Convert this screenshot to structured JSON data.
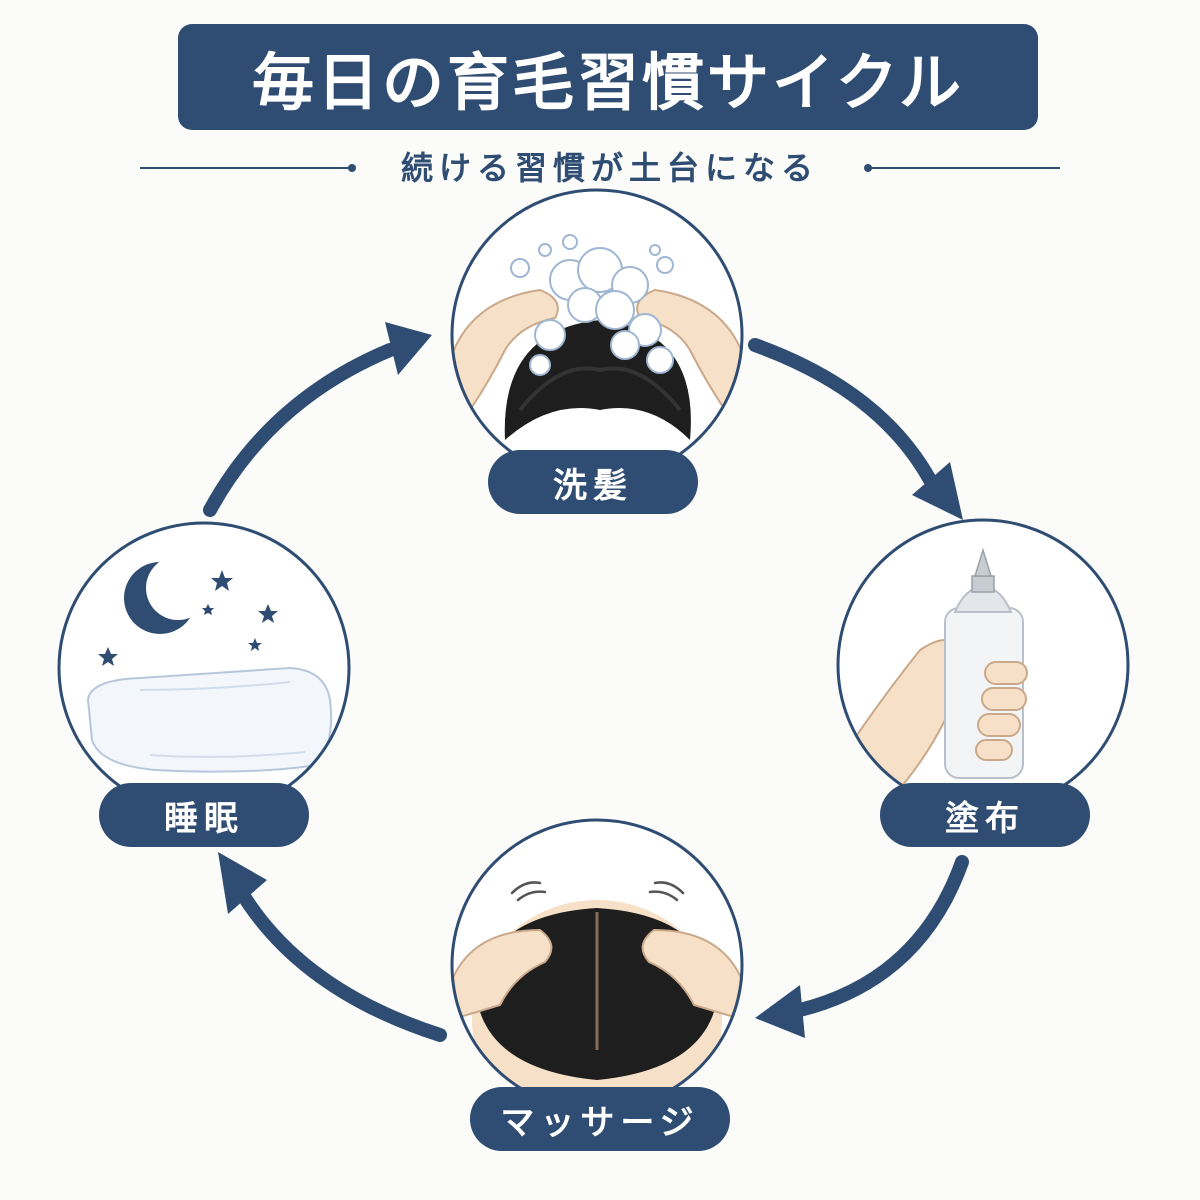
{
  "title": "毎日の育毛習慣サイクル",
  "subtitle": "続ける習慣が土台になる",
  "steps": [
    {
      "label": "洗髪",
      "icon": "shampoo-scalp-icon"
    },
    {
      "label": "塗布",
      "icon": "tonic-bottle-icon"
    },
    {
      "label": "マッサージ",
      "icon": "scalp-massage-icon"
    },
    {
      "label": "睡眠",
      "icon": "moon-pillow-icon"
    }
  ],
  "colors": {
    "accent": "#2f4d72",
    "background": "#fbfbfa",
    "skin": "#f7e0c8",
    "hair": "#1e1e1e"
  }
}
